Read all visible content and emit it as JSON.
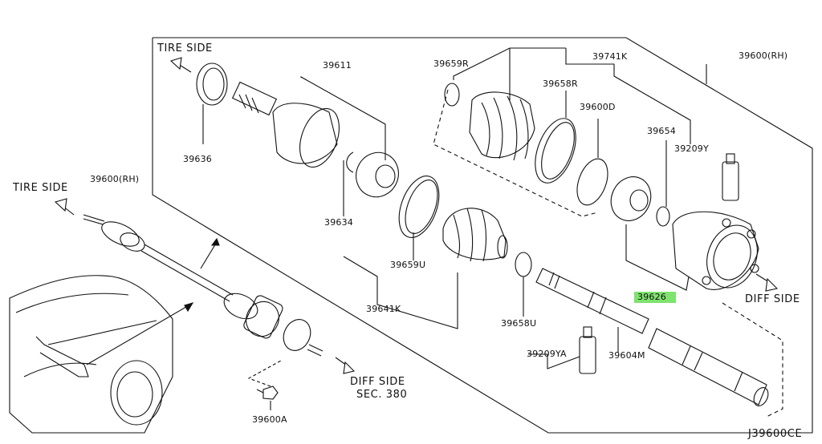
{
  "diagram_code": "J39600CE",
  "highlight_color": "#7fe36f",
  "labels": {
    "tire_side_top": "TIRE SIDE",
    "tire_side_left": "TIRE SIDE",
    "diff_side_right": "DIFF SIDE",
    "diff_side_bottom": "DIFF SIDE",
    "diff_side_sec": "SEC. 380"
  },
  "parts": {
    "p39600_rh_top": "39600(RH)",
    "p39600_rh_left": "39600(RH)",
    "p39611": "39611",
    "p39636": "39636",
    "p39634": "39634",
    "p39659R": "39659R",
    "p39658R": "39658R",
    "p39741K": "39741K",
    "p39600D": "39600D",
    "p39654": "39654",
    "p39209Y": "39209Y",
    "p39659U": "39659U",
    "p39641K": "39641K",
    "p39658U": "39658U",
    "p39209YA": "39209YA",
    "p39604M": "39604M",
    "p39626": "39626",
    "p39600A": "39600A"
  }
}
